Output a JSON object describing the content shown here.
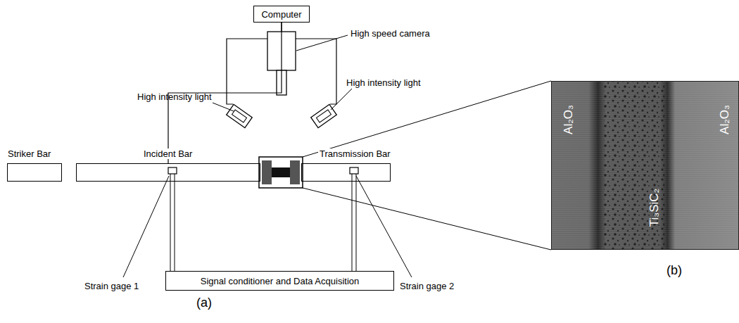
{
  "diagram": {
    "nodes": [
      {
        "text": [
          "Computer"
        ]
      },
      {
        "text": [
          "Striker Bar"
        ]
      },
      {
        "text": [
          "Incident Bar"
        ]
      },
      {
        "text": [
          "Transmission Bar"
        ]
      },
      {
        "text": [
          "Signal conditioner and Data Acquisition"
        ]
      }
    ],
    "edges": [
      {
        "from": 0,
        "to": 2,
        "arrow": "none"
      }
    ],
    "labels": [
      "High speed camera",
      "High intensity light",
      "High intensity light",
      "Strain gage 1",
      "Strain gage 2",
      "Al₂O₃",
      "Ti₃SiC₂",
      "Al₂O₃",
      "(a)",
      "(b)"
    ]
  }
}
